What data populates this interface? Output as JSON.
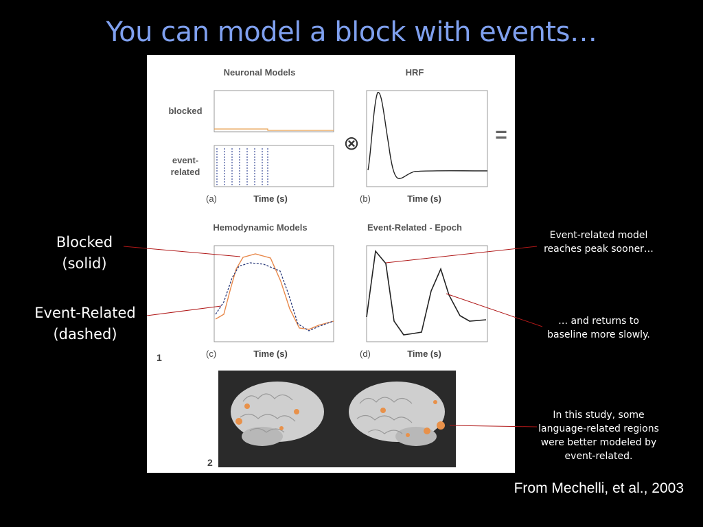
{
  "slide": {
    "title": "You can model a block with events…",
    "citation": "From Mechelli, et al., 2003"
  },
  "figure": {
    "panel_titles": [
      "Neuronal Models",
      "HRF",
      "Hemodynamic Models",
      "Event-Related - Epoch"
    ],
    "row_labels": {
      "blocked": "blocked",
      "event_related_1": "event-",
      "event_related_2": "related"
    },
    "panel_letters": [
      "(a)",
      "(b)",
      "(c)",
      "(d)"
    ],
    "xlabel": "Time (s)",
    "convolve_symbol": "⊗",
    "equals_symbol": "=",
    "figure_number_1": "1",
    "figure_number_2": "2"
  },
  "annotations": {
    "blocked": [
      "Blocked",
      "(solid)"
    ],
    "event_related": [
      "Event-Related",
      "(dashed)"
    ],
    "peak": [
      "Event-related model",
      "reaches peak sooner…"
    ],
    "returns": [
      "… and returns to",
      "baseline more slowly."
    ],
    "study": [
      "In this study, some",
      "language-related regions",
      "were better modeled by",
      "event-related."
    ]
  },
  "colors": {
    "title": "#7fa0ef",
    "solid_curve": "#e8884a",
    "dashed_curve": "#2a3a7a",
    "pointer": "#b01818",
    "activation": "#e8914a"
  }
}
